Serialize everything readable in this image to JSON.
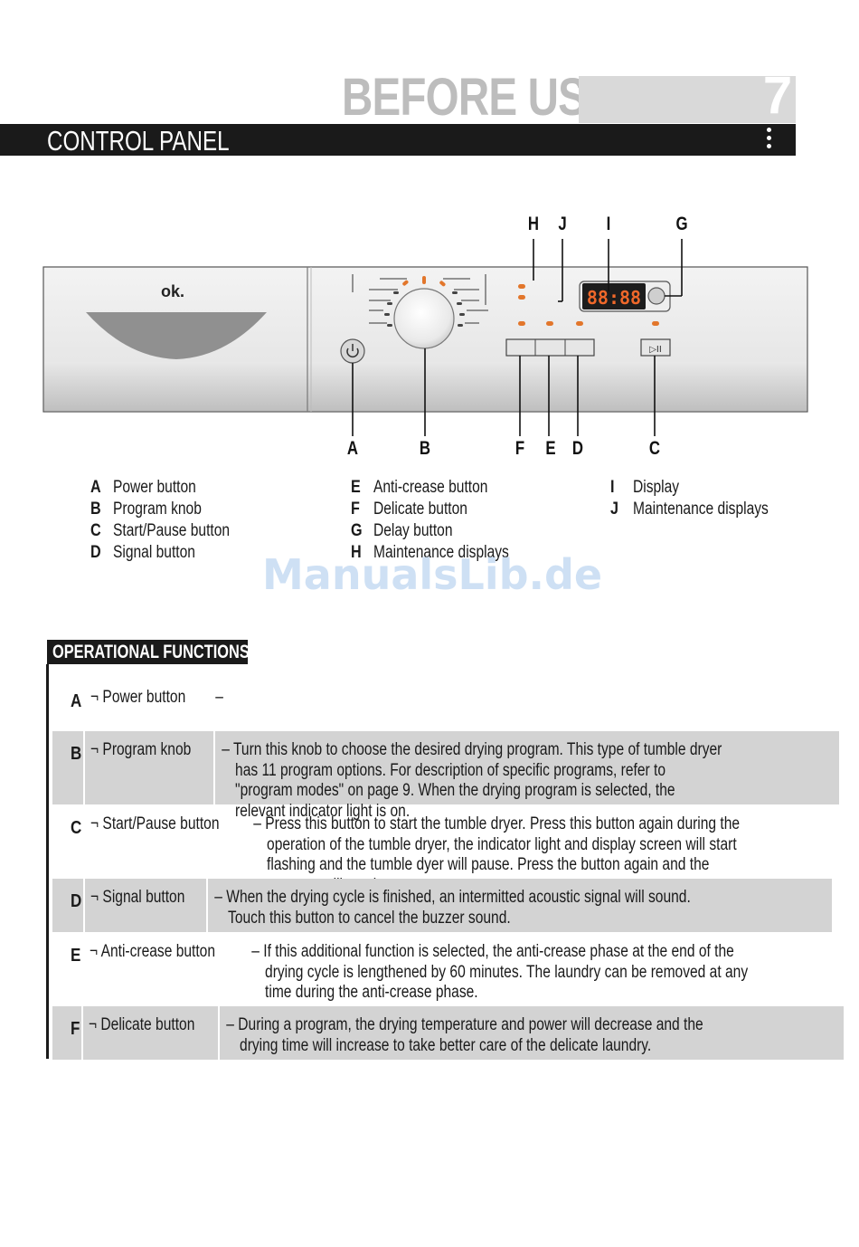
{
  "header": {
    "section": "BEFORE USE",
    "page_number": "7",
    "title": "CONTROL PANEL"
  },
  "panel": {
    "brand": "ok.",
    "display_digits": "88:88",
    "play_pause_glyph": "▷II",
    "callouts_top": [
      "H",
      "J",
      "I",
      "G"
    ],
    "callouts_bottom": [
      "A",
      "B",
      "F",
      "E",
      "D",
      "C"
    ]
  },
  "legend": {
    "col1": [
      {
        "key": "A",
        "label": "Power button"
      },
      {
        "key": "B",
        "label": "Program knob"
      },
      {
        "key": "C",
        "label": "Start/Pause button"
      },
      {
        "key": "D",
        "label": "Signal button"
      }
    ],
    "col2": [
      {
        "key": "E",
        "label": "Anti-crease button"
      },
      {
        "key": "F",
        "label": "Delicate button"
      },
      {
        "key": "G",
        "label": "Delay button"
      },
      {
        "key": "H",
        "label": "Maintenance displays"
      }
    ],
    "col3": [
      {
        "key": "I",
        "label": "Display"
      },
      {
        "key": "J",
        "label": "Maintenance displays"
      }
    ]
  },
  "watermark": "ManualsLib.de",
  "operational": {
    "title": "OPERATIONAL FUNCTIONS",
    "rows": [
      {
        "key": "A",
        "name": "¬ Power button",
        "desc": "–"
      },
      {
        "key": "B",
        "name": "¬ Program knob",
        "desc": "– Turn this knob to choose the desired drying program. This type of tumble dryer has 11 program options. For description of specific programs, refer to \"program modes\" on page 9. When the drying program is selected, the relevant indicator light is on."
      },
      {
        "key": "C",
        "name": "¬ Start/Pause button",
        "desc": "– Press this button to start the tumble dryer. Press this button again during the operation of the tumble dryer, the indicator light and display screen will start flashing and the tumble dyer will pause. Press the button again and the program will continue."
      },
      {
        "key": "D",
        "name": "¬ Signal button",
        "desc": "– When the drying cycle is finished, an intermitted acoustic signal will sound. Touch this button to cancel the buzzer sound."
      },
      {
        "key": "E",
        "name": "¬ Anti-crease button",
        "desc": "– If this additional function is selected, the anti-crease phase at the end of the drying cycle is lengthened by 60 minutes. The laundry can be removed at any time during the anti-crease phase."
      },
      {
        "key": "F",
        "name": "¬ Delicate button",
        "desc": "– During a program, the drying temperature and power will decrease and the drying time will increase to take better care of the delicate laundry."
      }
    ]
  }
}
